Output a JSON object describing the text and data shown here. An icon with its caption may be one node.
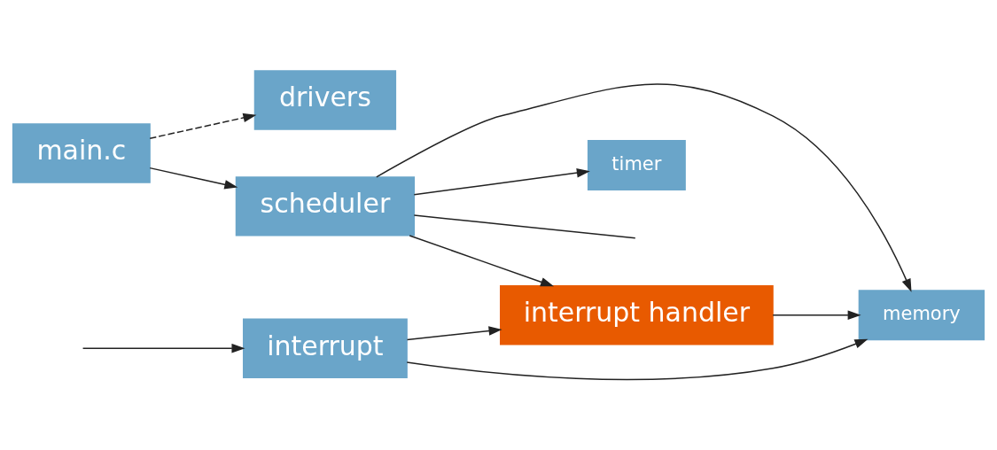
{
  "diagram": {
    "nodes": [
      {
        "text": [
          "main.c"
        ]
      },
      {
        "text": [
          "drivers"
        ]
      },
      {
        "text": [
          "memory"
        ]
      },
      {
        "text": [
          "timer"
        ]
      },
      {
        "text": [
          "interrupt"
        ]
      },
      {
        "text": [
          "interrupt handler"
        ]
      },
      {
        "text": [
          "scheduler"
        ]
      }
    ],
    "edges": [
      {
        "from": 0,
        "to": 1,
        "arrow": "to",
        "style": "dashed"
      },
      {
        "from": 0,
        "to": 6,
        "arrow": "to"
      },
      {
        "from": 4,
        "to": 2,
        "arrow": "to"
      },
      {
        "from": 4,
        "to": 5,
        "arrow": "to"
      },
      {
        "from": 5,
        "to": 2,
        "arrow": "to"
      },
      {
        "from": 6,
        "to": 3,
        "arrow": "to"
      },
      {
        "from": 6,
        "to": 2,
        "arrow": "to"
      },
      {
        "from": 6,
        "to": 5,
        "arrow": "to"
      },
      {
        "from": 6,
        "to": null,
        "arrow": "none"
      },
      {
        "from": null,
        "to": 4,
        "arrow": "to"
      }
    ]
  }
}
